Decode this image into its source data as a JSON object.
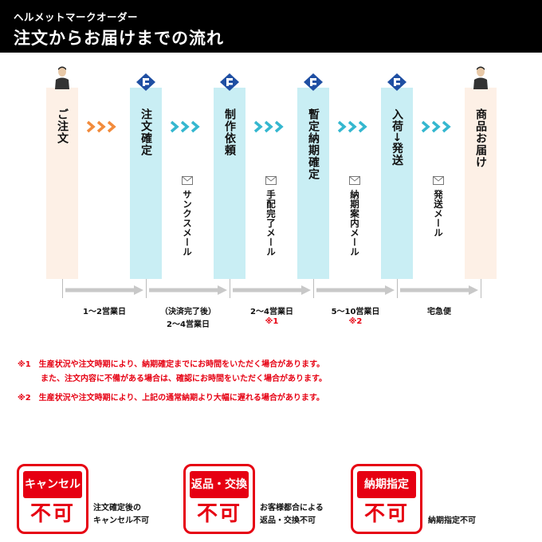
{
  "header": {
    "subtitle": "ヘルメットマークオーダー",
    "title": "注文からお届けまでの流れ"
  },
  "steps": [
    {
      "label": "ご注文"
    },
    {
      "label": "注文確定"
    },
    {
      "label": "制作依頼"
    },
    {
      "label": "暫定納期確定"
    },
    {
      "label": "入荷→発送"
    },
    {
      "label": "商品お届け"
    }
  ],
  "emails": [
    {
      "label": "サンクスメール"
    },
    {
      "label": "手配完了メール"
    },
    {
      "label": "納期案内メール"
    },
    {
      "label": "発送メール"
    }
  ],
  "timeline": [
    {
      "label": "1～2営業日",
      "label2": "",
      "note": ""
    },
    {
      "label": "（決済完了後）",
      "label2": "2～4営業日",
      "note": ""
    },
    {
      "label": "2～4営業日",
      "label2": "",
      "note": "※1"
    },
    {
      "label": "5～10営業日",
      "label2": "",
      "note": "※2"
    },
    {
      "label": "宅急便",
      "label2": "",
      "note": ""
    }
  ],
  "notes": {
    "n1_line1": "※1　生産状況や注文時期により、納期確定までにお時間をいただく場合があります。",
    "n1_line2": "また、注文内容に不備がある場合は、確認にお時間をいただく場合があります。",
    "n2": "※2　生産状況や注文時期により、上記の通常納期より大幅に遅れる場合があります。"
  },
  "badges": [
    {
      "top": "キャンセル",
      "bottom": "不可",
      "caption1": "注文確定後の",
      "caption2": "キャンセル不可"
    },
    {
      "top": "返品・交換",
      "bottom": "不可",
      "caption1": "お客様都合による",
      "caption2": "返品・交換不可"
    },
    {
      "top": "納期指定",
      "bottom": "不可",
      "caption1": "納期指定不可",
      "caption2": ""
    }
  ],
  "colors": {
    "accent_red": "#e60012",
    "step_peach": "#fdf0e6",
    "step_cyan": "#c9eef4",
    "chevron_orange": "#f28b3c",
    "chevron_cyan": "#35b7cf",
    "logo_blue": "#1f4fa3"
  }
}
